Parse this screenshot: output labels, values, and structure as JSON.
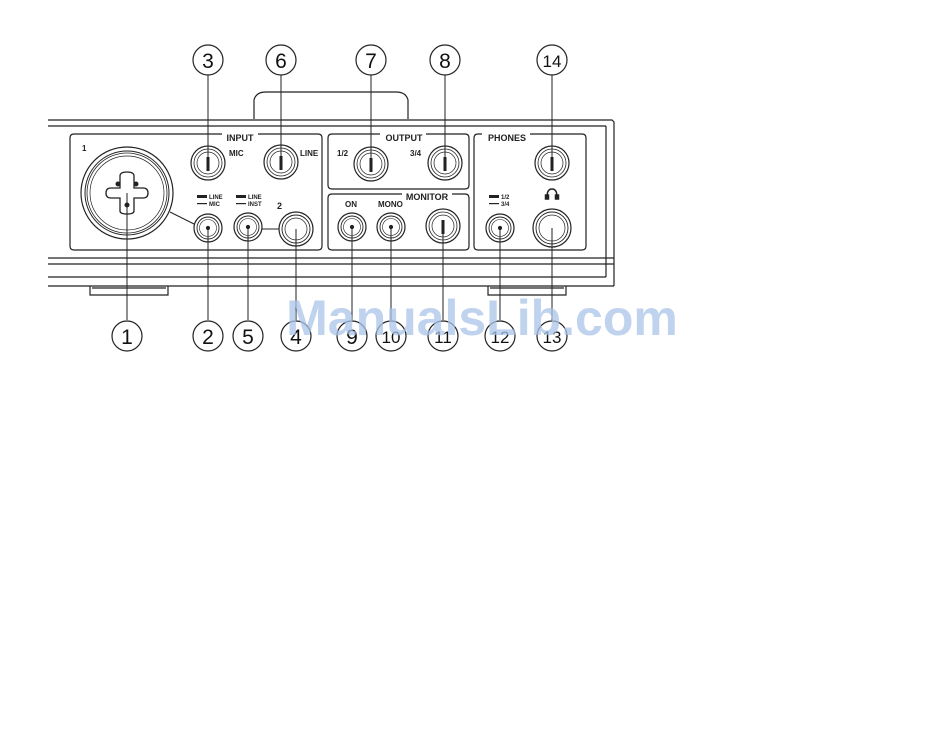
{
  "panel_labels": {
    "input": "INPUT",
    "output": "OUTPUT",
    "phones": "PHONES",
    "monitor": "MONITOR"
  },
  "control_labels": {
    "channel_1": "1",
    "channel_2": "2",
    "mic": "MIC",
    "line": "LINE",
    "out_12": "1/2",
    "out_34": "3/4",
    "on": "ON",
    "mono": "MONO",
    "line_mic_line": "LINE",
    "line_mic_mic": "MIC",
    "line_inst_line": "LINE",
    "line_inst_inst": "INST",
    "phones_12": "1/2",
    "phones_34": "3/4"
  },
  "callouts": [
    "1",
    "2",
    "3",
    "4",
    "5",
    "6",
    "7",
    "8",
    "9",
    "10",
    "11",
    "12",
    "13",
    "14"
  ],
  "watermark": "ManualsLib.com",
  "colors": {
    "line": "#222222",
    "watermark": "#a9c4ea"
  },
  "icons": {
    "headphones": "headphones-icon"
  }
}
